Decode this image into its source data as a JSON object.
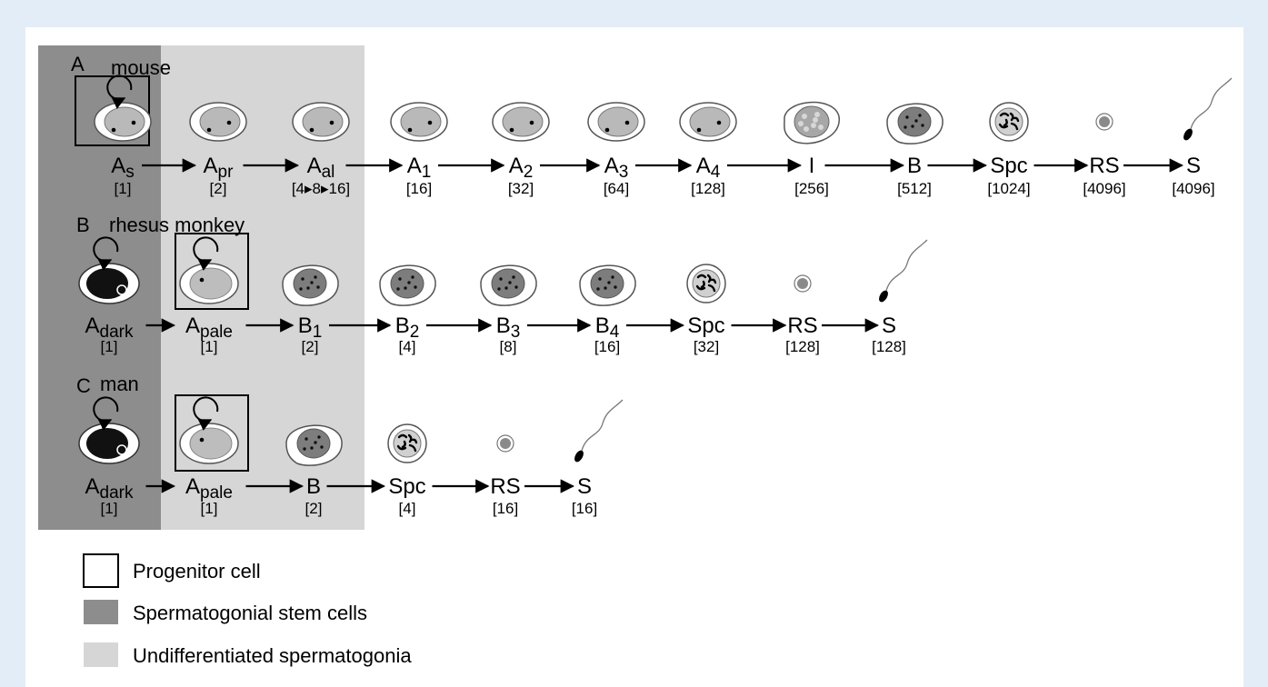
{
  "colors": {
    "page_background": "#e3edf7",
    "panel_background": "#ffffff",
    "stem_cell_zone": "#8d8d8d",
    "undifferentiated_zone": "#d6d6d6"
  },
  "rows": [
    {
      "letter": "A",
      "species": "mouse",
      "stages": [
        {
          "main": "A",
          "sub": "s",
          "count": "[1]",
          "icon": "a-type-cell-icon"
        },
        {
          "main": "A",
          "sub": "pr",
          "count": "[2]",
          "icon": "a-type-cell-icon"
        },
        {
          "main": "A",
          "sub": "al",
          "count": "[4▸8▸16]",
          "icon": "a-type-cell-icon"
        },
        {
          "main": "A",
          "sub": "1",
          "count": "[16]",
          "icon": "a-type-cell-icon"
        },
        {
          "main": "A",
          "sub": "2",
          "count": "[32]",
          "icon": "a-type-cell-icon"
        },
        {
          "main": "A",
          "sub": "3",
          "count": "[64]",
          "icon": "a-type-cell-icon"
        },
        {
          "main": "A",
          "sub": "4",
          "count": "[128]",
          "icon": "a-type-cell-icon"
        },
        {
          "main": "I",
          "sub": "",
          "count": "[256]",
          "icon": "intermediate-cell-icon"
        },
        {
          "main": "B",
          "sub": "",
          "count": "[512]",
          "icon": "b-cell-icon"
        },
        {
          "main": "Spc",
          "sub": "",
          "count": "[1024]",
          "icon": "spermatocyte-icon"
        },
        {
          "main": "RS",
          "sub": "",
          "count": "[4096]",
          "icon": "round-spermatid-icon"
        },
        {
          "main": "S",
          "sub": "",
          "count": "[4096]",
          "icon": "sperm-icon"
        }
      ]
    },
    {
      "letter": "B",
      "species": "rhesus monkey",
      "stages": [
        {
          "main": "A",
          "sub": "dark",
          "count": "[1]",
          "icon": "a-dark-cell-icon"
        },
        {
          "main": "A",
          "sub": "pale",
          "count": "[1]",
          "icon": "a-pale-cell-icon"
        },
        {
          "main": "B",
          "sub": "1",
          "count": "[2]",
          "icon": "b-cell-icon"
        },
        {
          "main": "B",
          "sub": "2",
          "count": "[4]",
          "icon": "b-cell-icon"
        },
        {
          "main": "B",
          "sub": "3",
          "count": "[8]",
          "icon": "b-cell-icon"
        },
        {
          "main": "B",
          "sub": "4",
          "count": "[16]",
          "icon": "b-cell-icon"
        },
        {
          "main": "Spc",
          "sub": "",
          "count": "[32]",
          "icon": "spermatocyte-icon"
        },
        {
          "main": "RS",
          "sub": "",
          "count": "[128]",
          "icon": "round-spermatid-icon"
        },
        {
          "main": "S",
          "sub": "",
          "count": "[128]",
          "icon": "sperm-icon"
        }
      ]
    },
    {
      "letter": "C",
      "species": "man",
      "stages": [
        {
          "main": "A",
          "sub": "dark",
          "count": "[1]",
          "icon": "a-dark-cell-icon"
        },
        {
          "main": "A",
          "sub": "pale",
          "count": "[1]",
          "icon": "a-pale-cell-icon"
        },
        {
          "main": "B",
          "sub": "",
          "count": "[2]",
          "icon": "b-cell-icon"
        },
        {
          "main": "Spc",
          "sub": "",
          "count": "[4]",
          "icon": "spermatocyte-icon"
        },
        {
          "main": "RS",
          "sub": "",
          "count": "[16]",
          "icon": "round-spermatid-icon"
        },
        {
          "main": "S",
          "sub": "",
          "count": "[16]",
          "icon": "sperm-icon"
        }
      ]
    }
  ],
  "legend": [
    {
      "label": "Progenitor cell",
      "icon": "progenitor-box-icon"
    },
    {
      "label": "Spermatogonial stem cells",
      "icon": "stem-cell-swatch-icon"
    },
    {
      "label": "Undifferentiated spermatogonia",
      "icon": "undifferentiated-swatch-icon"
    }
  ]
}
